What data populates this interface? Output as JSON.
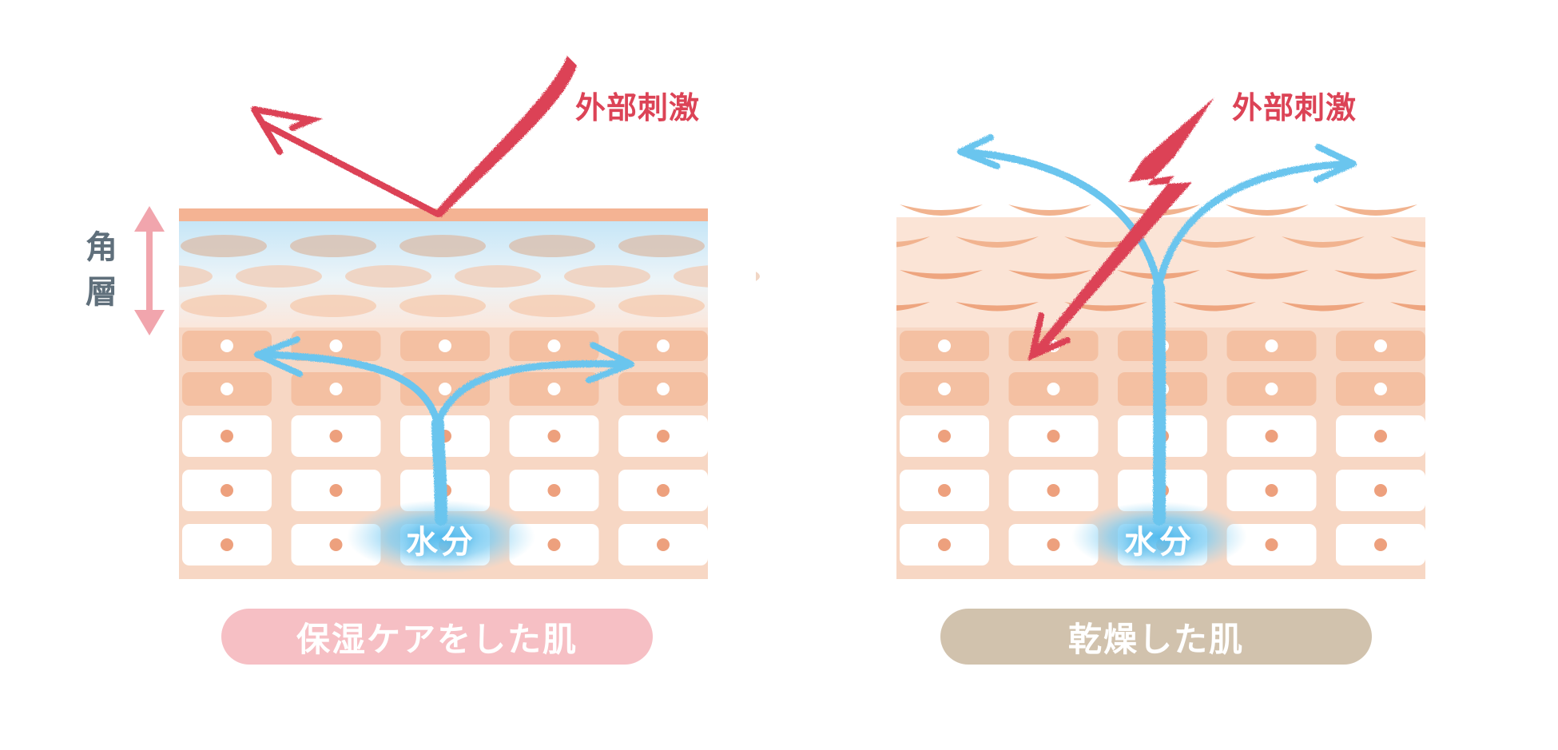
{
  "colors": {
    "stimulus_red": "#dc4356",
    "water_blue": "#6bc5ee",
    "skin_band": "#f7d7c4",
    "cell_pink": "#f4c0a2",
    "nucleus": "#eda07d",
    "stratum_arrow": "#f1a5ad",
    "moist_pill": "#f6bfc4",
    "dry_pill": "#d1c2ad"
  },
  "stratum_label": "角\n層",
  "panels": [
    {
      "id": "moist",
      "stimulus_label": "外部刺激",
      "water_label": "水分",
      "caption": "保湿ケアをした肌",
      "caption_color": "#f6bfc4"
    },
    {
      "id": "dry",
      "stimulus_label": "外部刺激",
      "water_label": "水分",
      "caption": "乾燥した肌",
      "caption_color": "#d1c2ad"
    }
  ]
}
